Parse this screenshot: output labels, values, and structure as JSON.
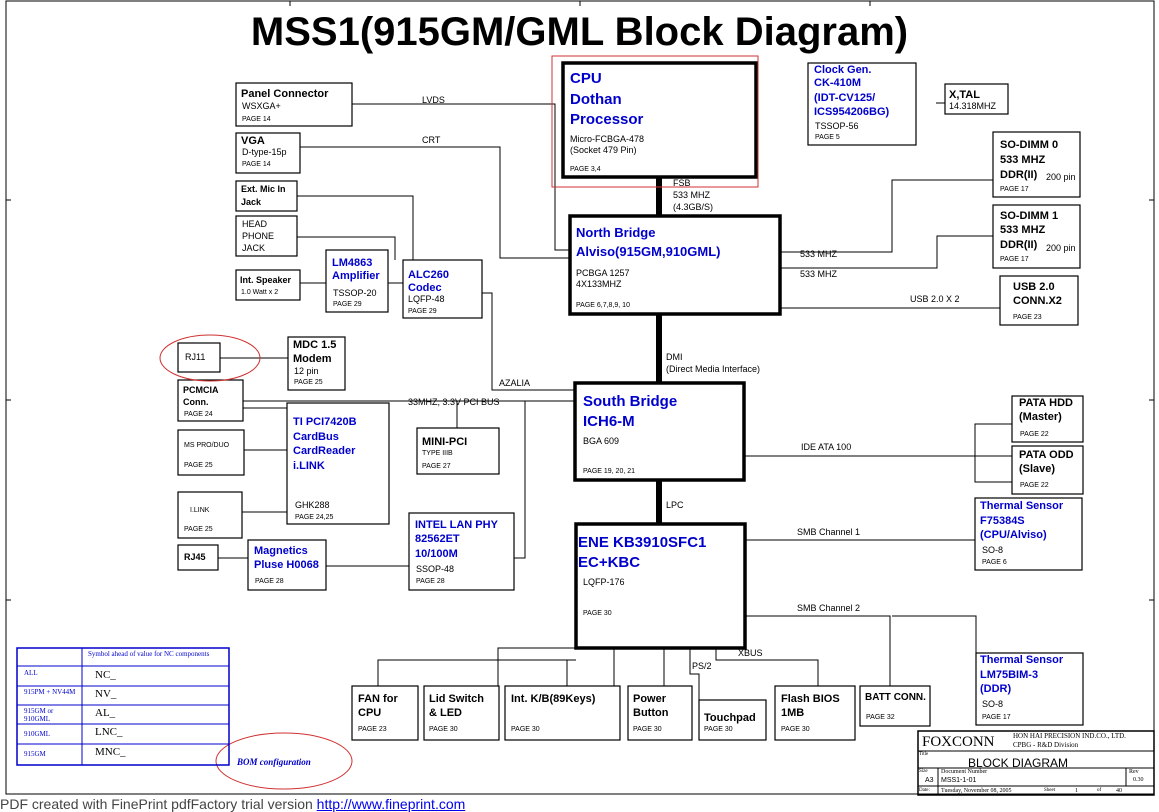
{
  "title": "MSS1(915GM/GML Block Diagram)",
  "blocks": {
    "panel": {
      "name": "Panel Connector",
      "sub": "WSXGA+",
      "page": "PAGE 14"
    },
    "vga": {
      "name": "VGA",
      "sub": "D-type-15p",
      "page": "PAGE 14"
    },
    "extmic": {
      "line1": "Ext. Mic In",
      "line2": "Jack"
    },
    "head": {
      "line1": "HEAD",
      "line2": "PHONE",
      "line3": "JACK"
    },
    "intspk": {
      "name": "Int. Speaker",
      "sub": "1.0 Watt x 2"
    },
    "lm4863": {
      "line1": "LM4863",
      "line2": "Amplifier",
      "sub": "TSSOP-20",
      "page": "PAGE 29"
    },
    "alc260": {
      "line1": "ALC260",
      "line2": "Codec",
      "sub": "LQFP-48",
      "page": "PAGE 29"
    },
    "cpu": {
      "line1": "CPU",
      "line2": "Dothan",
      "line3": "Processor",
      "sub1": "Micro-FCBGA-478",
      "sub2": "(Socket 479 Pin)",
      "page": "PAGE 3,4"
    },
    "clock": {
      "line1": "Clock Gen.",
      "line2": "CK-410M",
      "line3": "(IDT-CV125/",
      "line4": "ICS954206BG)",
      "sub": "TSSOP-56",
      "page": "PAGE 5"
    },
    "xtal": {
      "name": "X,TAL",
      "sub": "14.318MHZ"
    },
    "nb": {
      "line1": "North Bridge",
      "line2": "Alviso(915GM,910GML)",
      "sub1": "PCBGA 1257",
      "sub2": "4X133MHZ",
      "page": "PAGE 6,7,8,9, 10"
    },
    "sodimm0": {
      "line1": "SO-DIMM 0",
      "line2": "533 MHZ",
      "line3": "DDR(II)",
      "pin": "200 pin",
      "page": "PAGE 17"
    },
    "sodimm1": {
      "line1": "SO-DIMM 1",
      "line2": "533 MHZ",
      "line3": "DDR(II)",
      "pin": "200 pin",
      "page": "PAGE 17"
    },
    "usb": {
      "line1": "USB 2.0",
      "line2": "CONN.X2",
      "page": "PAGE 23"
    },
    "rj11": {
      "name": "RJ11"
    },
    "mdc": {
      "line1": "MDC 1.5",
      "line2": "Modem",
      "sub": "12 pin",
      "page": "PAGE 25"
    },
    "pcmcia": {
      "line1": "PCMCIA",
      "line2": "Conn.",
      "page": "PAGE 24"
    },
    "mspro": {
      "name": "MS PRO/DUO",
      "page": "PAGE 25"
    },
    "ilink": {
      "name": "I.LINK",
      "page": "PAGE 25"
    },
    "ti": {
      "line1": "TI PCI7420B",
      "line2": "CardBus",
      "line3": "CardReader",
      "line4": "i.LINK",
      "sub": "GHK288",
      "page": "PAGE 24,25"
    },
    "minipci": {
      "name": "MINI-PCI",
      "sub": "TYPE IIIB",
      "page": "PAGE 27"
    },
    "sb": {
      "line1": "South Bridge",
      "line2": "ICH6-M",
      "sub": "BGA 609",
      "page": "PAGE 19, 20, 21"
    },
    "patahdd": {
      "line1": "PATA HDD",
      "line2": "(Master)",
      "page": "PAGE 22"
    },
    "pataodd": {
      "line1": "PATA ODD",
      "line2": "(Slave)",
      "page": "PAGE 22"
    },
    "rj45": {
      "name": "RJ45"
    },
    "magnetics": {
      "line1": "Magnetics",
      "line2": "Pluse H0068",
      "page": "PAGE 28"
    },
    "lan": {
      "line1": "INTEL LAN PHY",
      "line2": "82562ET",
      "line3": "10/100M",
      "sub": "SSOP-48",
      "page": "PAGE 28"
    },
    "ene": {
      "line1": "ENE KB3910SFC1",
      "line2": "EC+KBC",
      "sub": "LQFP-176",
      "page": "PAGE 30"
    },
    "thermal1": {
      "line1": "Thermal Sensor",
      "line2": "F75384S",
      "line3": "(CPU/Alviso)",
      "sub": "SO-8",
      "page": "PAGE 6"
    },
    "thermal2": {
      "line1": "Thermal Sensor",
      "line2": "LM75BIM-3",
      "line3": "(DDR)",
      "sub": "SO-8",
      "page": "PAGE 17"
    },
    "fan": {
      "line1": "FAN for",
      "line2": "CPU",
      "page": "PAGE 23"
    },
    "lid": {
      "line1": "Lid Switch",
      "line2": "& LED",
      "page": "PAGE 30"
    },
    "kb": {
      "name": "Int. K/B(89Keys)",
      "page": "PAGE 30"
    },
    "power": {
      "line1": "Power",
      "line2": "Button",
      "page": "PAGE 30"
    },
    "touchpad": {
      "name": "Touchpad",
      "page": "PAGE 30"
    },
    "flash": {
      "line1": "Flash BIOS",
      "line2": "1MB",
      "page": "PAGE 30"
    },
    "batt": {
      "name": "BATT CONN.",
      "page": "PAGE 32"
    }
  },
  "bus_labels": {
    "lvds": "LVDS",
    "crt": "CRT",
    "fsb1": "FSB",
    "fsb2": "533 MHZ",
    "fsb3": "(4.3GB/S)",
    "mem1": "533 MHZ",
    "mem2": "533 MHZ",
    "usbx2": "USB 2.0 X 2",
    "dmi1": "DMI",
    "dmi2": "(Direct Media Interface)",
    "azalia": "AZALIA",
    "pci": "33MHZ, 3.3V PCI BUS",
    "ide": "IDE ATA 100",
    "lpc": "LPC",
    "smb1": "SMB Channel 1",
    "smb2": "SMB Channel 2",
    "ps2": "PS/2",
    "xbus": "XBUS"
  },
  "legend": {
    "header": "Symbol ahead of value for NC components",
    "rows": [
      {
        "k": "ALL",
        "v": "NC_"
      },
      {
        "k": "915PM + NV44M",
        "v": "NV_"
      },
      {
        "k": "915GM or 910GML",
        "v": "AL_"
      },
      {
        "k": "910GML",
        "v": "LNC_"
      },
      {
        "k": "915GM",
        "v": "MNC_"
      }
    ],
    "bom": "BOM configuration"
  },
  "titleblock": {
    "company": "FOXCONN",
    "company_full": "HON HAI PRECISION IND.CO., LTD.",
    "division": "CPBG - R&D Division",
    "title_label": "Title",
    "title": "BLOCK DIAGRAM",
    "size_label": "Size",
    "size": "A3",
    "docnum_label": "Document Number",
    "docnum": "MSS1-1-01",
    "rev_label": "Rev",
    "rev": "0.30",
    "date_label": "Date:",
    "date": "Tuesday, November 08, 2005",
    "sheet_label": "Sheet",
    "sheet": "1",
    "of_label": "of",
    "of": "40"
  },
  "footer": {
    "text": "PDF created with FinePrint pdfFactory trial version ",
    "link": "http://www.fineprint.com"
  }
}
